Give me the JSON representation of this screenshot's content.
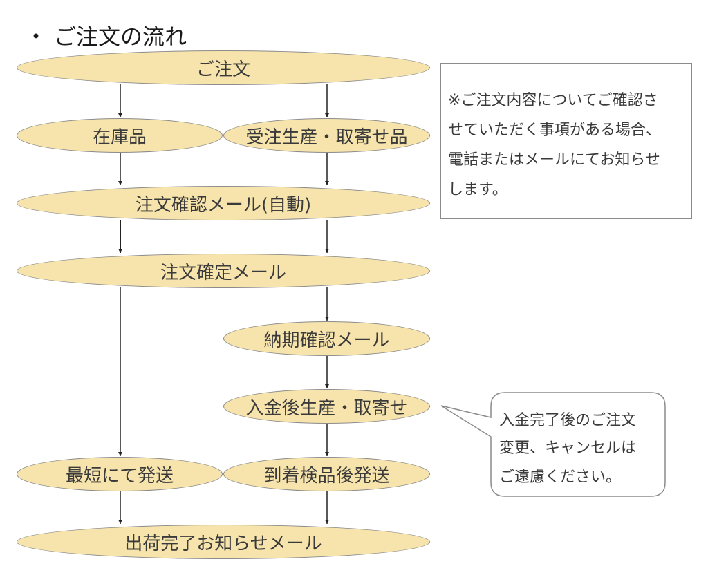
{
  "title": {
    "bullet": "・",
    "text": "ご注文の流れ"
  },
  "flow": {
    "order": "ご注文",
    "in_stock": "在庫品",
    "made_to_order": "受注生産・取寄せ品",
    "order_confirm_auto": "注文確認メール(自動)",
    "order_finalized": "注文確定メール",
    "delivery_date_confirm": "納期確認メール",
    "production_after_payment": "入金後生産・取寄せ",
    "ship_fastest": "最短にて発送",
    "ship_after_inspection": "到着検品後発送",
    "shipping_notice": "出荷完了お知らせメール"
  },
  "note": {
    "lines": [
      "※ご注文内容についてご確認さ",
      "せていただく事項がある場合、",
      "電話またはメールにてお知らせ",
      "します。"
    ]
  },
  "callout": {
    "lines": [
      "入金完了後のご注文",
      "変更、キャンセルは",
      "ご遠慮ください。"
    ]
  },
  "colors": {
    "pill_fill": "#f7e4ac",
    "pill_border": "#8b8b8b",
    "connector": "#222222"
  }
}
